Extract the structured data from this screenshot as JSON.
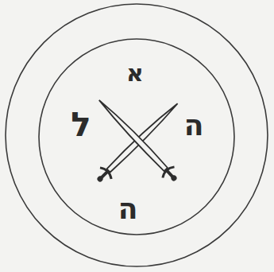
{
  "diagram": {
    "labels": [
      "א",
      "ל",
      "ה",
      "ה"
    ]
  }
}
